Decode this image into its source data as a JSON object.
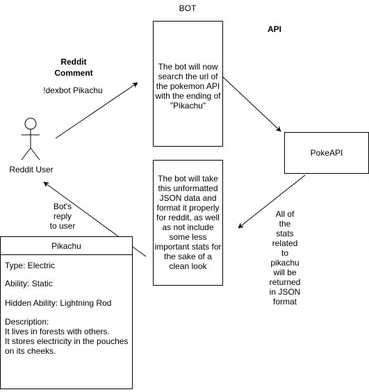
{
  "labels": {
    "bot": "BOT",
    "api": "API",
    "comment_title_line1": "Reddit",
    "comment_title_line2": "Comment",
    "command": "!dexbot Pikachu",
    "user": "Reddit User",
    "reply_line1": "Bot's",
    "reply_line2": "reply",
    "reply_line3": "to user",
    "returned_lines": [
      "All of",
      "the",
      "stats",
      "related",
      "to",
      "pikachu",
      "will be",
      "returned",
      "in JSON",
      "format"
    ]
  },
  "bot_search_box": {
    "lines": [
      "The bot will now",
      "search the url of",
      "the pokemon API",
      "with the ending of",
      "\"Pikachu\""
    ]
  },
  "pokeapi_box": {
    "label": "PokeAPI"
  },
  "bot_format_box": {
    "lines": [
      "The bot will take",
      "this unformatted",
      "JSON data and",
      "format it properly",
      "for reddit, as well",
      "as not include",
      "some less",
      "important stats for",
      "the sake of a",
      "clean look"
    ]
  },
  "pokemon_card": {
    "title": "Pikachu",
    "type": "Type: Electric",
    "ability": "Ability: Static",
    "hidden_ability": "Hidden Ability: Lightning Rod",
    "description_label": "Description:",
    "description_lines": [
      "It lives in forests with others.",
      "It stores electricity in the pouches",
      "on its cheeks."
    ]
  }
}
